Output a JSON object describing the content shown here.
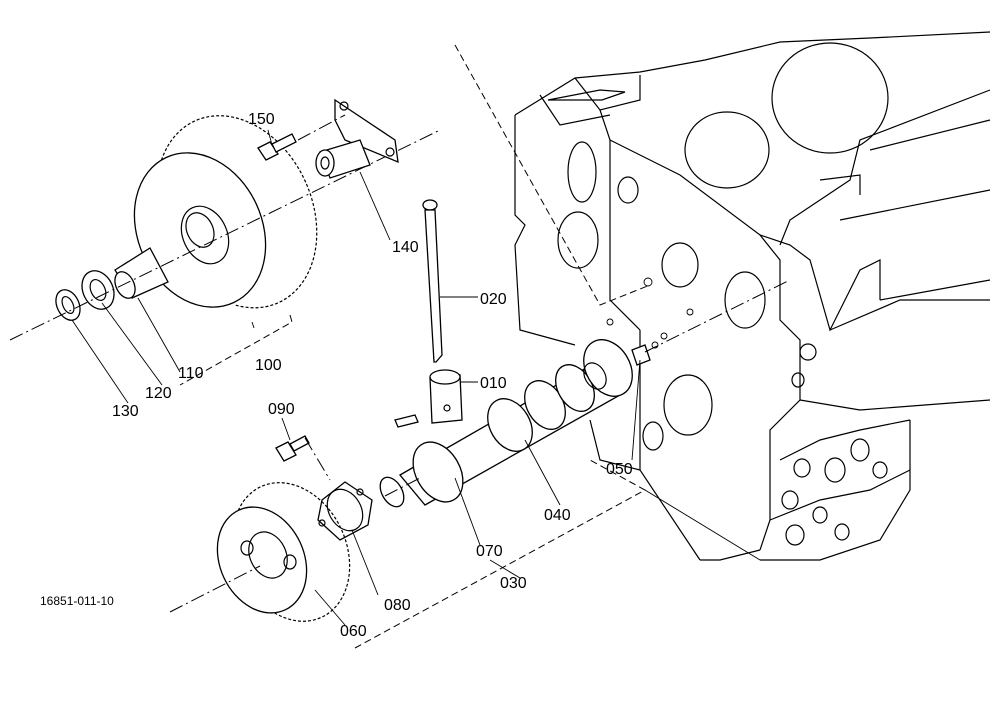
{
  "drawing_number": "16851-011-10",
  "callouts": {
    "p010": "010",
    "p020": "020",
    "p030": "030",
    "p040": "040",
    "p050": "050",
    "p060": "060",
    "p070": "070",
    "p080": "080",
    "p090": "090",
    "p100": "100",
    "p110": "110",
    "p120": "120",
    "p130": "130",
    "p140": "140",
    "p150": "150"
  }
}
